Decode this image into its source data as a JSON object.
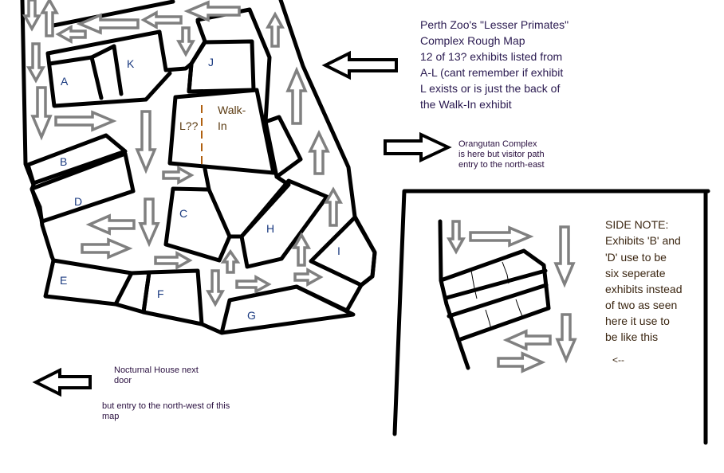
{
  "colors": {
    "path_arrow": "#808080",
    "wall": "#000000",
    "label": "#1a3a80",
    "walk_in_label": "#5a3a10",
    "dashed_divider": "#b06010"
  },
  "map": {
    "exhibits": {
      "A": "A",
      "B": "B",
      "C": "C",
      "D": "D",
      "E": "E",
      "F": "F",
      "G": "G",
      "H": "H",
      "I": "I",
      "J": "J",
      "K": "K",
      "L": "L??"
    },
    "walk_in": [
      "Walk-",
      "In"
    ]
  },
  "title_note": [
    "Perth Zoo's \"Lesser Primates\"",
    "Complex Rough Map",
    "12 of 13? exhibits listed from",
    "A-L (cant remember if exhibit",
    "L exists or is just the back of",
    "the Walk-In exhibit"
  ],
  "orangutan_note": [
    "Orangutan Complex",
    "is here but visitor path",
    "entry to the north-east"
  ],
  "nocturnal_note": [
    "Nocturnal House next",
    "door"
  ],
  "nocturnal_entry_note": [
    "but entry to the north-west of this",
    "map"
  ],
  "side_note": {
    "lines": [
      " SIDE NOTE:",
      "Exhibits 'B' and",
      "'D' use to be",
      "six seperate",
      "exhibits instead",
      "of two as seen",
      "here it use to",
      "be like this"
    ],
    "pointer": "<--"
  }
}
